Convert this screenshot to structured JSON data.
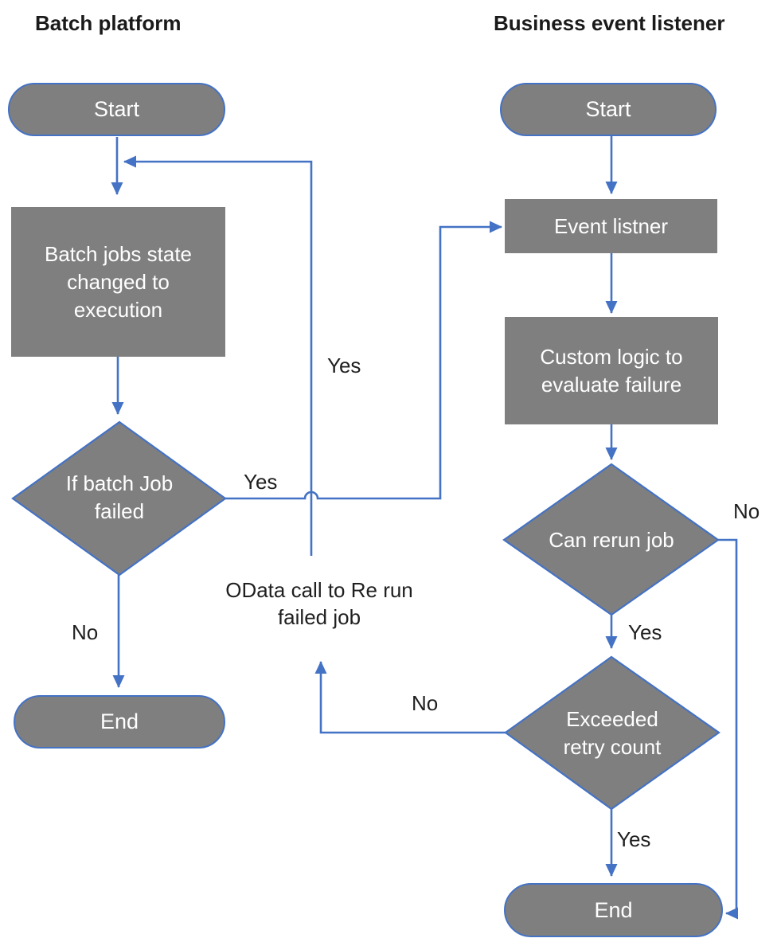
{
  "titles": {
    "left": "Batch platform",
    "right": "Business event listener"
  },
  "nodes": {
    "batch_start": {
      "label": "Start"
    },
    "batch_state": {
      "lines": [
        "Batch jobs state",
        "changed to",
        "execution"
      ]
    },
    "batch_failed": {
      "lines": [
        "If batch Job",
        "failed"
      ]
    },
    "batch_end": {
      "label": "End"
    },
    "listener_start": {
      "label": "Start"
    },
    "event_listener": {
      "label": "Event listner"
    },
    "custom_logic": {
      "lines": [
        "Custom logic to",
        "evaluate failure"
      ]
    },
    "can_rerun": {
      "label": "Can rerun job"
    },
    "exceeded_retry": {
      "lines": [
        "Exceeded",
        "retry count"
      ]
    },
    "listener_end": {
      "label": "End"
    }
  },
  "edge_labels": {
    "batch_failed_yes": "Yes",
    "batch_failed_no": "No",
    "rerun_loop_yes": "Yes",
    "odata_note": {
      "lines": [
        "OData call to Re run",
        "failed job"
      ]
    },
    "exceeded_retry_no": "No",
    "can_rerun_no": "No",
    "can_rerun_yes": "Yes",
    "exceeded_retry_yes": "Yes"
  },
  "colors": {
    "node-fill": "#7f7f7f",
    "node-outline": "#4472c4",
    "connector": "#4472c4",
    "node-text": "#ffffff",
    "label-text": "#1f1f1f",
    "background": "#ffffff"
  }
}
